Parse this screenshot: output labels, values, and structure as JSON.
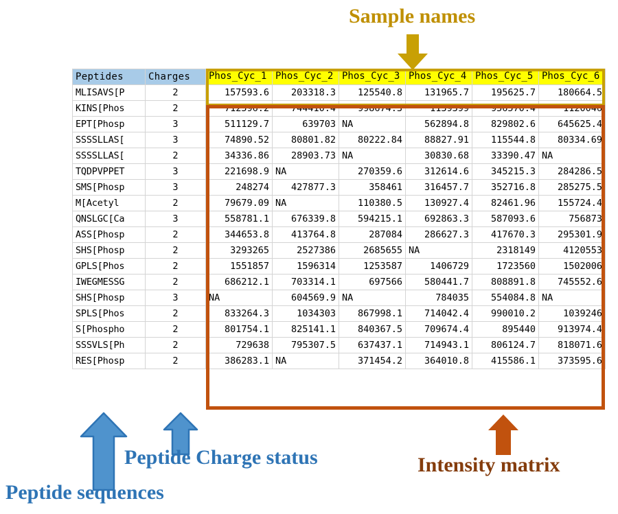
{
  "annotations": {
    "sample_names": {
      "label": "Sample names",
      "color": "#bf8f00"
    },
    "peptide_sequences": {
      "label": "Peptide sequences",
      "color": "#2e74b5"
    },
    "charge_status": {
      "label": "Peptide Charge status",
      "color": "#2e74b5"
    },
    "intensity_matrix": {
      "label": "Intensity matrix",
      "color": "#843c0c"
    }
  },
  "table": {
    "header_fill_label": "#a8cbe8",
    "header_fill_sample": "#ffff00",
    "columns": [
      {
        "key": "peptides",
        "label": "Peptides"
      },
      {
        "key": "charges",
        "label": "Charges"
      },
      {
        "key": "s1",
        "label": "Phos_Cyc_1"
      },
      {
        "key": "s2",
        "label": "Phos_Cyc_2"
      },
      {
        "key": "s3",
        "label": "Phos_Cyc_3"
      },
      {
        "key": "s4",
        "label": "Phos_Cyc_4"
      },
      {
        "key": "s5",
        "label": "Phos_Cyc_5"
      },
      {
        "key": "s6",
        "label": "Phos_Cyc_6"
      }
    ],
    "rows": [
      {
        "peptides": "MLISAVS[P",
        "charges": "2",
        "s1": "157593.6",
        "s2": "203318.3",
        "s3": "125540.8",
        "s4": "131965.7",
        "s5": "195625.7",
        "s6": "180664.5"
      },
      {
        "peptides": "KINS[Phos",
        "charges": "2",
        "s1": "712596.2",
        "s2": "744410.4",
        "s3": "998674.3",
        "s4": "1139399",
        "s5": "956570.4",
        "s6": "1120046"
      },
      {
        "peptides": "EPT[Phosp",
        "charges": "3",
        "s1": "511129.7",
        "s2": "639703",
        "s3": "NA",
        "s4": "562894.8",
        "s5": "829802.6",
        "s6": "645625.4"
      },
      {
        "peptides": "SSSSLLAS[",
        "charges": "3",
        "s1": "74890.52",
        "s2": "80801.82",
        "s3": "80222.84",
        "s4": "88827.91",
        "s5": "115544.8",
        "s6": "80334.69"
      },
      {
        "peptides": "SSSSLLAS[",
        "charges": "2",
        "s1": "34336.86",
        "s2": "28903.73",
        "s3": "NA",
        "s4": "30830.68",
        "s5": "33390.47",
        "s6": "NA"
      },
      {
        "peptides": "TQDPVPPET",
        "charges": "3",
        "s1": "221698.9",
        "s2": "NA",
        "s3": "270359.6",
        "s4": "312614.6",
        "s5": "345215.3",
        "s6": "284286.5"
      },
      {
        "peptides": "SMS[Phosp",
        "charges": "3",
        "s1": "248274",
        "s2": "427877.3",
        "s3": "358461",
        "s4": "316457.7",
        "s5": "352716.8",
        "s6": "285275.5"
      },
      {
        "peptides": "M[Acetyl",
        "charges": "2",
        "s1": "79679.09",
        "s2": "NA",
        "s3": "110380.5",
        "s4": "130927.4",
        "s5": "82461.96",
        "s6": "155724.4"
      },
      {
        "peptides": "QNSLGC[Ca",
        "charges": "3",
        "s1": "558781.1",
        "s2": "676339.8",
        "s3": "594215.1",
        "s4": "692863.3",
        "s5": "587093.6",
        "s6": "756873"
      },
      {
        "peptides": "ASS[Phosp",
        "charges": "2",
        "s1": "344653.8",
        "s2": "413764.8",
        "s3": "287084",
        "s4": "286627.3",
        "s5": "417670.3",
        "s6": "295301.9"
      },
      {
        "peptides": "SHS[Phosp",
        "charges": "2",
        "s1": "3293265",
        "s2": "2527386",
        "s3": "2685655",
        "s4": "NA",
        "s5": "2318149",
        "s6": "4120553"
      },
      {
        "peptides": "GPLS[Phos",
        "charges": "2",
        "s1": "1551857",
        "s2": "1596314",
        "s3": "1253587",
        "s4": "1406729",
        "s5": "1723560",
        "s6": "1502006"
      },
      {
        "peptides": "IWEGMESSG",
        "charges": "2",
        "s1": "686212.1",
        "s2": "703314.1",
        "s3": "697566",
        "s4": "580441.7",
        "s5": "808891.8",
        "s6": "745552.6"
      },
      {
        "peptides": "SHS[Phosp",
        "charges": "3",
        "s1": "NA",
        "s2": "604569.9",
        "s3": "NA",
        "s4": "784035",
        "s5": "554084.8",
        "s6": "NA"
      },
      {
        "peptides": "SPLS[Phos",
        "charges": "2",
        "s1": "833264.3",
        "s2": "1034303",
        "s3": "867998.1",
        "s4": "714042.4",
        "s5": "990010.2",
        "s6": "1039246"
      },
      {
        "peptides": "S[Phospho",
        "charges": "2",
        "s1": "801754.1",
        "s2": "825141.1",
        "s3": "840367.5",
        "s4": "709674.4",
        "s5": "895440",
        "s6": "913974.4"
      },
      {
        "peptides": "SSSVLS[Ph",
        "charges": "2",
        "s1": "729638",
        "s2": "795307.5",
        "s3": "637437.1",
        "s4": "714943.1",
        "s5": "806124.7",
        "s6": "818071.6"
      },
      {
        "peptides": "RES[Phosp",
        "charges": "2",
        "s1": "386283.1",
        "s2": "NA",
        "s3": "371454.2",
        "s4": "364010.8",
        "s5": "415586.1",
        "s6": "373595.6"
      }
    ]
  }
}
